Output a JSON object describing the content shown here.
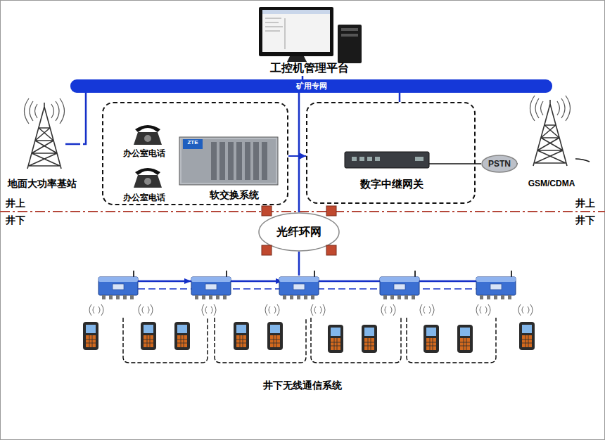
{
  "diagram": {
    "nodes": [
      {
        "text": [
          "工控机管理平台"
        ]
      },
      {
        "text": [
          "矿用专网"
        ]
      },
      {
        "text": [
          "软交换系统"
        ]
      },
      {
        "text": [
          "办公室电话"
        ],
        "in": 2
      },
      {
        "text": [
          "办公室电话"
        ],
        "in": 2
      },
      {
        "text": [
          "数字中继网关"
        ]
      },
      {
        "text": [
          "地面大功率基站"
        ]
      },
      {
        "text": [
          "PSTN"
        ]
      },
      {
        "text": [
          "GSM/CDMA"
        ]
      },
      {
        "text": [
          "光纤环网"
        ]
      }
    ],
    "edges": [
      {
        "from": 0,
        "to": 1,
        "arrow": "none"
      },
      {
        "from": 1,
        "to": 6,
        "arrow": "none"
      },
      {
        "from": 2,
        "to": 5,
        "arrow": "to"
      },
      {
        "from": 5,
        "to": 1,
        "arrow": "none"
      },
      {
        "from": 5,
        "to": 7,
        "arrow": "none"
      },
      {
        "from": 7,
        "to": 8,
        "arrow": "none"
      },
      {
        "from": 1,
        "to": 9,
        "arrow": "none"
      }
    ],
    "labels": [
      "井上",
      "井下",
      "井上",
      "井下",
      "井下无线通信系统",
      "ZTE"
    ]
  }
}
